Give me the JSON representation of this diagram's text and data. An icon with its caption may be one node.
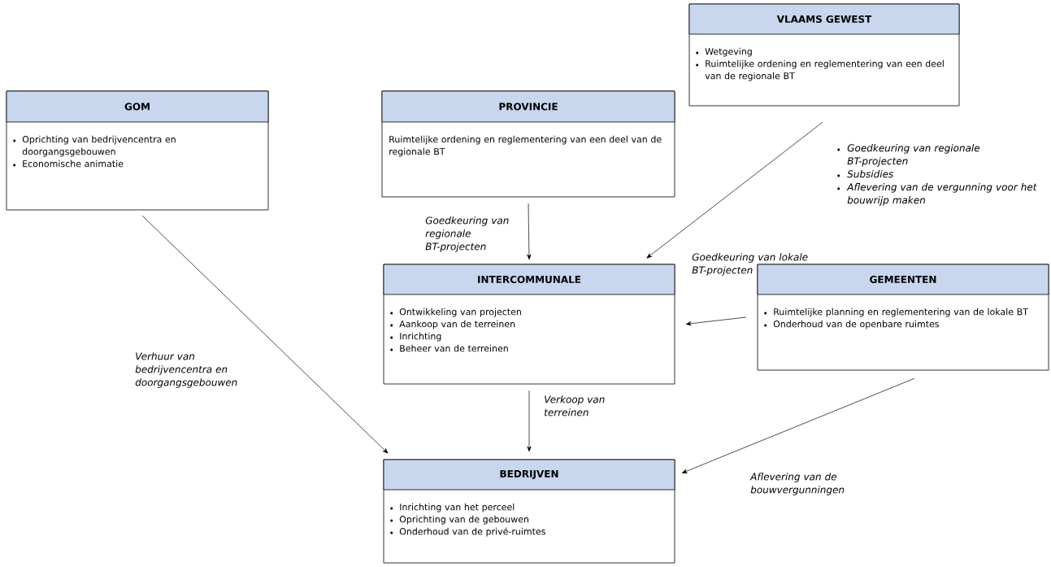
{
  "diagram": {
    "nodes": [
      {
        "text": [
          "VLAAMS GEWEST",
          "Wetgeving",
          "Ruimtelijke ordening en reglementering van een deel van de regionale BT"
        ]
      },
      {
        "text": [
          "GOM",
          "Oprichting van bedrijvencentra en doorgangsgebouwen",
          "Economische animatie"
        ]
      },
      {
        "text": [
          "PROVINCIE",
          "Ruimtelijke ordening en reglementering van een deel van de regionale BT"
        ]
      },
      {
        "text": [
          "INTERCOMMUNALE",
          "Ontwikkeling van projecten",
          "Aankoop van de terreinen",
          "Inrichting",
          "Beheer van de terreinen"
        ]
      },
      {
        "text": [
          "GEMEENTEN",
          "Ruimtelijke planning en reglementering van de lokale BT",
          "Onderhoud van de openbare ruimtes"
        ]
      },
      {
        "text": [
          "BEDRIJVEN",
          "Inrichting van het perceel",
          "Oprichting van de gebouwen",
          "Onderhoud van de privé-ruimtes"
        ]
      }
    ],
    "edges": [
      {
        "from": 2,
        "to": 3,
        "arrow": "to",
        "label": "Goedkeuring van regionale BT-projecten"
      },
      {
        "from": 0,
        "to": 3,
        "arrow": "to"
      },
      {
        "from": 4,
        "to": 3,
        "arrow": "to",
        "label": "Goedkeuring van lokale BT-projecten"
      },
      {
        "from": 1,
        "to": 5,
        "arrow": "to",
        "label": "Verhuur van bedrijvencentra en doorgangsgebouwen"
      },
      {
        "from": 3,
        "to": 5,
        "arrow": "to",
        "label": "Verkoop van terreinen"
      },
      {
        "from": 4,
        "to": 5,
        "arrow": "to",
        "label": "Aflevering van de bouwvergunningen"
      }
    ],
    "labels": [
      "Goedkeuring van regionale BT-projecten",
      "Subsidies",
      "Aflevering van de vergunning voor het bouwrijp maken"
    ]
  }
}
